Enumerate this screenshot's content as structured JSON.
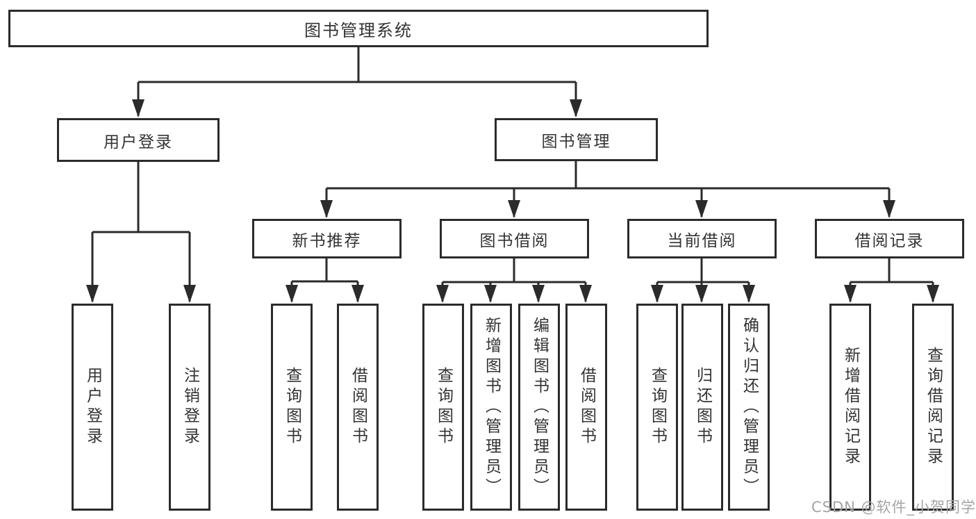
{
  "diagram_type": "hierarchy-tree",
  "colors": {
    "line": "#2b2b2b",
    "box_border": "#2b2b2b",
    "text": "#333333",
    "background": "#ffffff",
    "watermark": "#a4a4a4"
  },
  "tree": {
    "label": "图书管理系统",
    "children": [
      {
        "label": "用户登录",
        "children": [
          {
            "label": "用户登录"
          },
          {
            "label": "注销登录"
          }
        ]
      },
      {
        "label": "图书管理",
        "children": [
          {
            "label": "新书推荐",
            "children": [
              {
                "label": "查询图书"
              },
              {
                "label": "借阅图书"
              }
            ]
          },
          {
            "label": "图书借阅",
            "children": [
              {
                "label": "查询图书"
              },
              {
                "label": "新增图书（管理员）"
              },
              {
                "label": "编辑图书（管理员）"
              },
              {
                "label": "借阅图书"
              }
            ]
          },
          {
            "label": "当前借阅",
            "children": [
              {
                "label": "查询图书"
              },
              {
                "label": "归还图书"
              },
              {
                "label": "确认归还（管理员）"
              }
            ]
          },
          {
            "label": "借阅记录",
            "children": [
              {
                "label": "新增借阅记录"
              },
              {
                "label": "查询借阅记录"
              }
            ]
          }
        ]
      }
    ]
  },
  "watermark": {
    "text": "CSDN @软件_小贺同学"
  }
}
